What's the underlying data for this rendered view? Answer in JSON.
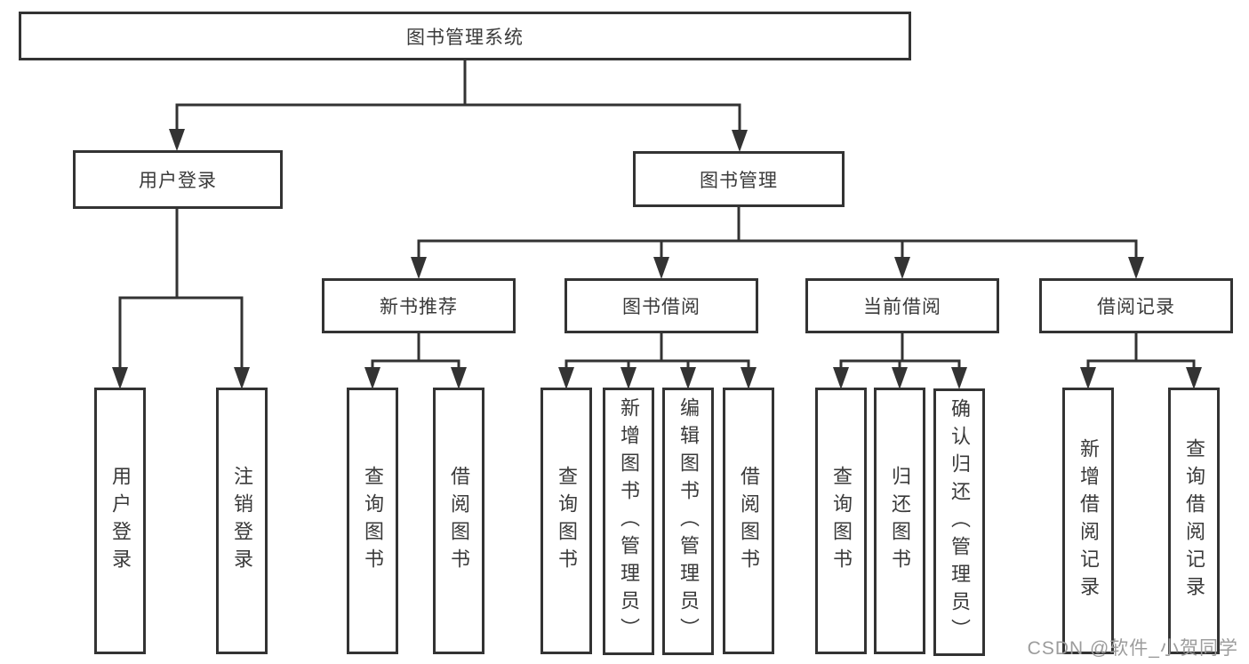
{
  "diagram": {
    "root": {
      "label": "图书管理系统"
    },
    "user_login": {
      "label": "用户登录",
      "children": [
        {
          "label": "用户登录"
        },
        {
          "label": "注销登录"
        }
      ]
    },
    "book_management": {
      "label": "图书管理",
      "sections": [
        {
          "label": "新书推荐",
          "children": [
            {
              "label": "查询图书"
            },
            {
              "label": "借阅图书"
            }
          ]
        },
        {
          "label": "图书借阅",
          "children": [
            {
              "label": "查询图书"
            },
            {
              "label": "新增图书（管理员）"
            },
            {
              "label": "编辑图书（管理员）"
            },
            {
              "label": "借阅图书"
            }
          ]
        },
        {
          "label": "当前借阅",
          "children": [
            {
              "label": "查询图书"
            },
            {
              "label": "归还图书"
            },
            {
              "label": "确认归还（管理员）"
            }
          ]
        },
        {
          "label": "借阅记录",
          "children": [
            {
              "label": "新增借阅记录"
            },
            {
              "label": "查询借阅记录"
            }
          ]
        }
      ]
    }
  },
  "watermark": {
    "text": "CSDN @软件_小贺同学"
  },
  "colors": {
    "line": "#333333",
    "text": "#3a3a3a",
    "background": "#ffffff",
    "watermark": "#9c9c9c"
  }
}
